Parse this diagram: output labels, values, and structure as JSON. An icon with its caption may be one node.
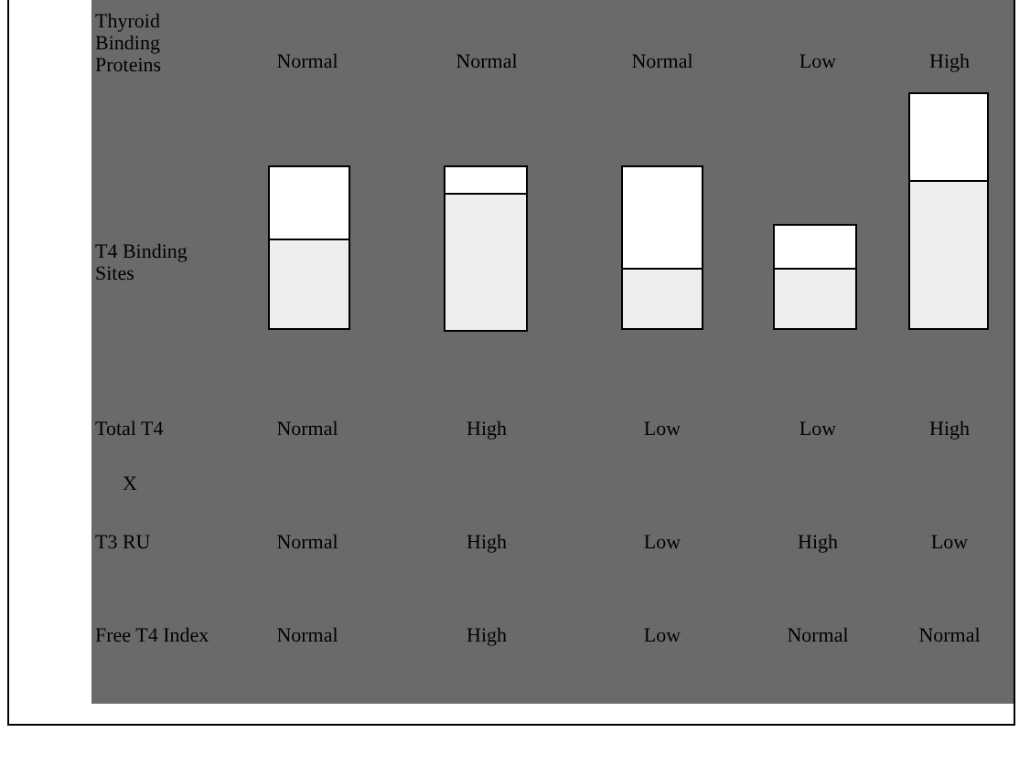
{
  "diagram": {
    "labels": [
      "Thyroid Binding Proteins",
      "Normal",
      "Normal",
      "Normal",
      "Low",
      "High",
      "T4 Binding Sites",
      "Total T4",
      "Normal",
      "High",
      "Low",
      "Low",
      "High",
      "X",
      "T3 RU",
      "Normal",
      "High",
      "Low",
      "High",
      "Low",
      "Free T4 Index",
      "Normal",
      "High",
      "Low",
      "Normal",
      "Normal"
    ]
  }
}
